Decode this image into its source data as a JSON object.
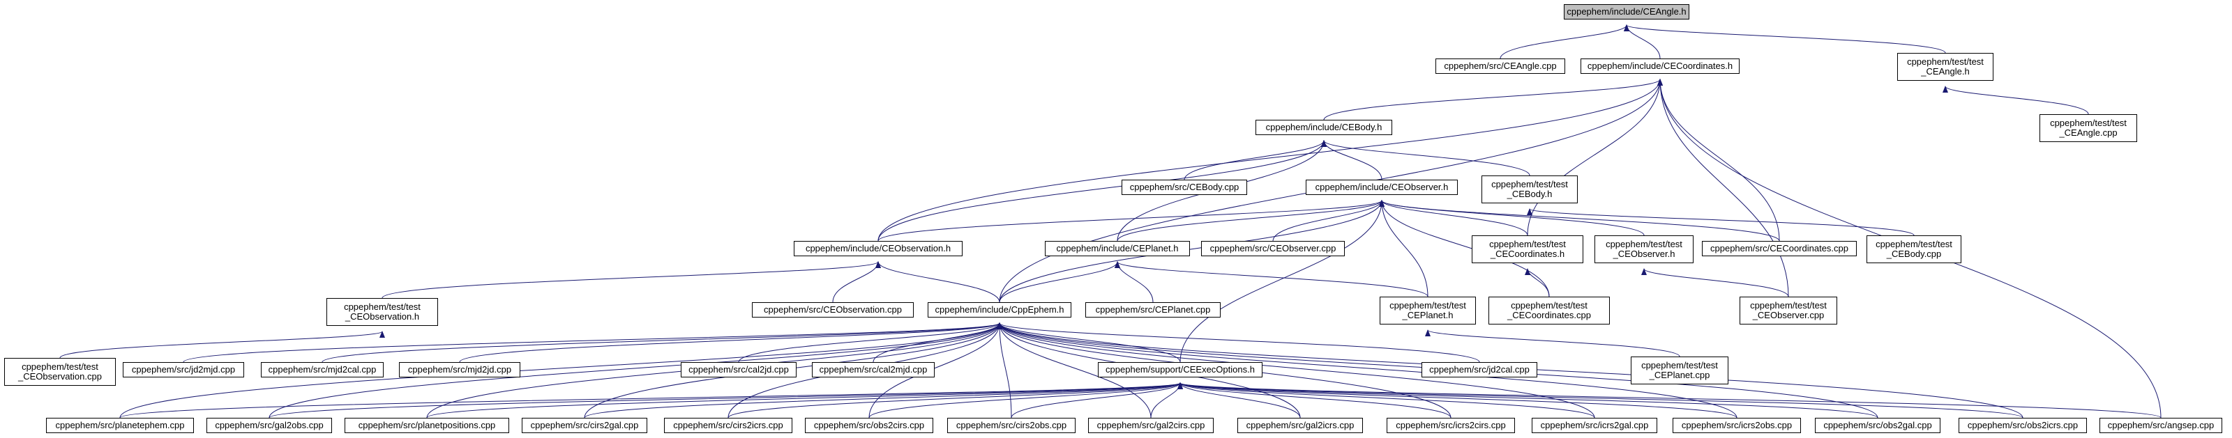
{
  "graph": {
    "root": "n_ceangle_h",
    "nodes": [
      {
        "id": "n_ceangle_h",
        "label": "cppephem/include/CEAngle.h"
      },
      {
        "id": "n_ceangle_cpp",
        "label": "cppephem/src/CEAngle.cpp"
      },
      {
        "id": "n_cecoord_h",
        "label": "cppephem/include/CECoordinates.h"
      },
      {
        "id": "n_test_ceangle_h",
        "label": "cppephem/test/test\n_CEAngle.h"
      },
      {
        "id": "n_test_ceangle_cpp",
        "label": "cppephem/test/test\n_CEAngle.cpp"
      },
      {
        "id": "n_cebody_h",
        "label": "cppephem/include/CEBody.h"
      },
      {
        "id": "n_cebody_cpp",
        "label": "cppephem/src/CEBody.cpp"
      },
      {
        "id": "n_ceobserver_h",
        "label": "cppephem/include/CEObserver.h"
      },
      {
        "id": "n_test_cebody_h",
        "label": "cppephem/test/test\n_CEBody.h"
      },
      {
        "id": "n_ceobservation_h",
        "label": "cppephem/include/CEObservation.h"
      },
      {
        "id": "n_ceplanet_h",
        "label": "cppephem/include/CEPlanet.h"
      },
      {
        "id": "n_ceobserver_cpp",
        "label": "cppephem/src/CEObserver.cpp"
      },
      {
        "id": "n_test_cecoord_h",
        "label": "cppephem/test/test\n_CECoordinates.h"
      },
      {
        "id": "n_test_ceobserver_h",
        "label": "cppephem/test/test\n_CEObserver.h"
      },
      {
        "id": "n_cecoord_cpp",
        "label": "cppephem/src/CECoordinates.cpp"
      },
      {
        "id": "n_test_cebody_cpp",
        "label": "cppephem/test/test\n_CEBody.cpp"
      },
      {
        "id": "n_test_ceobservation_h",
        "label": "cppephem/test/test\n_CEObservation.h"
      },
      {
        "id": "n_ceobservation_cpp",
        "label": "cppephem/src/CEObservation.cpp"
      },
      {
        "id": "n_cppephem_h",
        "label": "cppephem/include/CppEphem.h"
      },
      {
        "id": "n_ceplanet_cpp",
        "label": "cppephem/src/CEPlanet.cpp"
      },
      {
        "id": "n_test_ceplanet_h",
        "label": "cppephem/test/test\n_CEPlanet.h"
      },
      {
        "id": "n_test_cecoord_cpp",
        "label": "cppephem/test/test\n_CECoordinates.cpp"
      },
      {
        "id": "n_test_ceobserver_cpp",
        "label": "cppephem/test/test\n_CEObserver.cpp"
      },
      {
        "id": "n_test_ceobservation_cpp",
        "label": "cppephem/test/test\n_CEObservation.cpp"
      },
      {
        "id": "n_jd2mjd",
        "label": "cppephem/src/jd2mjd.cpp"
      },
      {
        "id": "n_mjd2cal",
        "label": "cppephem/src/mjd2cal.cpp"
      },
      {
        "id": "n_mjd2jd",
        "label": "cppephem/src/mjd2jd.cpp"
      },
      {
        "id": "n_cal2jd",
        "label": "cppephem/src/cal2jd.cpp"
      },
      {
        "id": "n_cal2mjd",
        "label": "cppephem/src/cal2mjd.cpp"
      },
      {
        "id": "n_ceexec_h",
        "label": "cppephem/support/CEExecOptions.h"
      },
      {
        "id": "n_jd2cal",
        "label": "cppephem/src/jd2cal.cpp"
      },
      {
        "id": "n_test_ceplanet_cpp",
        "label": "cppephem/test/test\n_CEPlanet.cpp"
      },
      {
        "id": "n_planetephem",
        "label": "cppephem/src/planetephem.cpp"
      },
      {
        "id": "n_gal2obs",
        "label": "cppephem/src/gal2obs.cpp"
      },
      {
        "id": "n_planetpositions",
        "label": "cppephem/src/planetpositions.cpp"
      },
      {
        "id": "n_cirs2gal",
        "label": "cppephem/src/cirs2gal.cpp"
      },
      {
        "id": "n_cirs2icrs",
        "label": "cppephem/src/cirs2icrs.cpp"
      },
      {
        "id": "n_obs2cirs",
        "label": "cppephem/src/obs2cirs.cpp"
      },
      {
        "id": "n_cirs2obs",
        "label": "cppephem/src/cirs2obs.cpp"
      },
      {
        "id": "n_gal2cirs",
        "label": "cppephem/src/gal2cirs.cpp"
      },
      {
        "id": "n_gal2icrs",
        "label": "cppephem/src/gal2icrs.cpp"
      },
      {
        "id": "n_icrs2cirs",
        "label": "cppephem/src/icrs2cirs.cpp"
      },
      {
        "id": "n_icrs2gal",
        "label": "cppephem/src/icrs2gal.cpp"
      },
      {
        "id": "n_icrs2obs",
        "label": "cppephem/src/icrs2obs.cpp"
      },
      {
        "id": "n_obs2gal",
        "label": "cppephem/src/obs2gal.cpp"
      },
      {
        "id": "n_obs2icrs",
        "label": "cppephem/src/obs2icrs.cpp"
      },
      {
        "id": "n_angsep",
        "label": "cppephem/src/angsep.cpp"
      }
    ],
    "edges": [
      [
        "n_ceangle_h",
        "n_ceangle_cpp"
      ],
      [
        "n_ceangle_h",
        "n_cecoord_h"
      ],
      [
        "n_ceangle_h",
        "n_test_ceangle_h"
      ],
      [
        "n_test_ceangle_h",
        "n_test_ceangle_cpp"
      ],
      [
        "n_cecoord_h",
        "n_cebody_h"
      ],
      [
        "n_cecoord_h",
        "n_ceobservation_h"
      ],
      [
        "n_cecoord_h",
        "n_cppephem_h"
      ],
      [
        "n_cecoord_h",
        "n_test_cecoord_h"
      ],
      [
        "n_cecoord_h",
        "n_cecoord_cpp"
      ],
      [
        "n_cecoord_h",
        "n_test_ceobserver_cpp"
      ],
      [
        "n_cecoord_h",
        "n_angsep"
      ],
      [
        "n_cebody_h",
        "n_cebody_cpp"
      ],
      [
        "n_cebody_h",
        "n_ceobserver_h"
      ],
      [
        "n_cebody_h",
        "n_test_cebody_h"
      ],
      [
        "n_cebody_h",
        "n_ceobservation_h"
      ],
      [
        "n_cebody_h",
        "n_ceplanet_h"
      ],
      [
        "n_test_cebody_h",
        "n_test_cebody_cpp"
      ],
      [
        "n_ceobserver_h",
        "n_ceobservation_h"
      ],
      [
        "n_ceobserver_h",
        "n_ceplanet_h"
      ],
      [
        "n_ceobserver_h",
        "n_ceobserver_cpp"
      ],
      [
        "n_ceobserver_h",
        "n_test_cecoord_h"
      ],
      [
        "n_ceobserver_h",
        "n_test_ceobserver_h"
      ],
      [
        "n_ceobserver_h",
        "n_cecoord_cpp"
      ],
      [
        "n_ceobserver_h",
        "n_cppephem_h"
      ],
      [
        "n_ceobserver_h",
        "n_test_ceplanet_h"
      ],
      [
        "n_ceobserver_h",
        "n_test_cecoord_cpp"
      ],
      [
        "n_ceobserver_h",
        "n_ceexec_h"
      ],
      [
        "n_test_cecoord_h",
        "n_test_cecoord_cpp"
      ],
      [
        "n_test_ceobserver_h",
        "n_test_ceobserver_cpp"
      ],
      [
        "n_ceobservation_h",
        "n_test_ceobservation_h"
      ],
      [
        "n_ceobservation_h",
        "n_ceobservation_cpp"
      ],
      [
        "n_ceobservation_h",
        "n_cppephem_h"
      ],
      [
        "n_test_ceobservation_h",
        "n_test_ceobservation_cpp"
      ],
      [
        "n_ceplanet_h",
        "n_cppephem_h"
      ],
      [
        "n_ceplanet_h",
        "n_ceplanet_cpp"
      ],
      [
        "n_ceplanet_h",
        "n_test_ceplanet_h"
      ],
      [
        "n_test_ceplanet_h",
        "n_test_ceplanet_cpp"
      ],
      [
        "n_cppephem_h",
        "n_jd2mjd"
      ],
      [
        "n_cppephem_h",
        "n_mjd2cal"
      ],
      [
        "n_cppephem_h",
        "n_mjd2jd"
      ],
      [
        "n_cppephem_h",
        "n_cal2jd"
      ],
      [
        "n_cppephem_h",
        "n_cal2mjd"
      ],
      [
        "n_cppephem_h",
        "n_ceexec_h"
      ],
      [
        "n_cppephem_h",
        "n_jd2cal"
      ],
      [
        "n_cppephem_h",
        "n_planetephem"
      ],
      [
        "n_cppephem_h",
        "n_gal2obs"
      ],
      [
        "n_cppephem_h",
        "n_planetpositions"
      ],
      [
        "n_cppephem_h",
        "n_cirs2gal"
      ],
      [
        "n_cppephem_h",
        "n_cirs2icrs"
      ],
      [
        "n_cppephem_h",
        "n_obs2cirs"
      ],
      [
        "n_cppephem_h",
        "n_cirs2obs"
      ],
      [
        "n_cppephem_h",
        "n_gal2cirs"
      ],
      [
        "n_cppephem_h",
        "n_gal2icrs"
      ],
      [
        "n_cppephem_h",
        "n_icrs2cirs"
      ],
      [
        "n_cppephem_h",
        "n_icrs2gal"
      ],
      [
        "n_cppephem_h",
        "n_icrs2obs"
      ],
      [
        "n_cppephem_h",
        "n_obs2gal"
      ],
      [
        "n_cppephem_h",
        "n_obs2icrs"
      ],
      [
        "n_ceexec_h",
        "n_planetephem"
      ],
      [
        "n_ceexec_h",
        "n_gal2obs"
      ],
      [
        "n_ceexec_h",
        "n_planetpositions"
      ],
      [
        "n_ceexec_h",
        "n_cirs2gal"
      ],
      [
        "n_ceexec_h",
        "n_cirs2icrs"
      ],
      [
        "n_ceexec_h",
        "n_obs2cirs"
      ],
      [
        "n_ceexec_h",
        "n_cirs2obs"
      ],
      [
        "n_ceexec_h",
        "n_gal2cirs"
      ],
      [
        "n_ceexec_h",
        "n_gal2icrs"
      ],
      [
        "n_ceexec_h",
        "n_icrs2cirs"
      ],
      [
        "n_ceexec_h",
        "n_icrs2gal"
      ],
      [
        "n_ceexec_h",
        "n_icrs2obs"
      ],
      [
        "n_ceexec_h",
        "n_obs2gal"
      ],
      [
        "n_ceexec_h",
        "n_obs2icrs"
      ],
      [
        "n_ceexec_h",
        "n_angsep"
      ]
    ]
  },
  "style": {
    "edge_color": "#191970",
    "node_border": "#000000",
    "root_fill": "#bfbfbf",
    "node_fill": "#ffffff"
  }
}
